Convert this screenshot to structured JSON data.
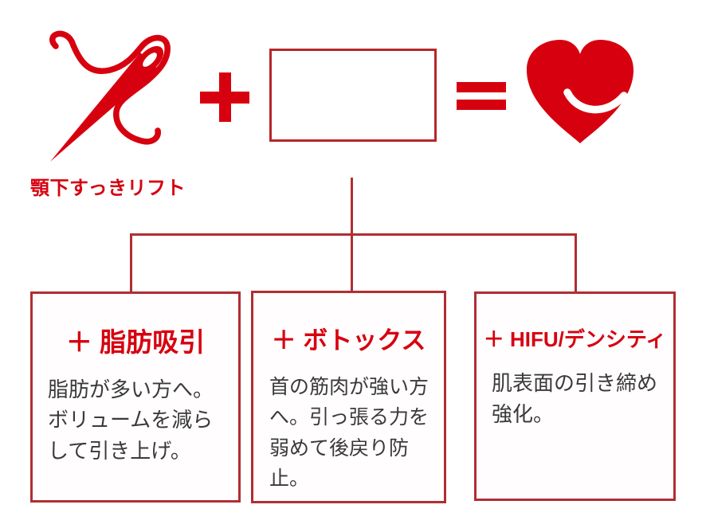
{
  "colors": {
    "accent_red": "#d7000f",
    "line_red": "#b02e33",
    "body_text": "#3a3a3a",
    "background": "#ffffff"
  },
  "formula": {
    "needle_icon": "needle-and-thread-icon",
    "base_label": "顎下すっきリフト",
    "plus_icon": "plus-icon",
    "mystery_box_value": "",
    "equals_icon": "equals-icon",
    "heart_icon": "smiling-heart-icon"
  },
  "options": [
    {
      "title": "＋ 脂肪吸引",
      "body": "脂肪が多い方へ。\nボリュームを減ら\nして引き上げ。"
    },
    {
      "title": "＋ ボトックス",
      "body": "首の筋肉が強い方\nへ。引っ張る力を\n弱めて後戻り防止。"
    },
    {
      "title": "＋ HIFU/デンシティ",
      "body": "肌表面の引き締め\n強化。"
    }
  ]
}
